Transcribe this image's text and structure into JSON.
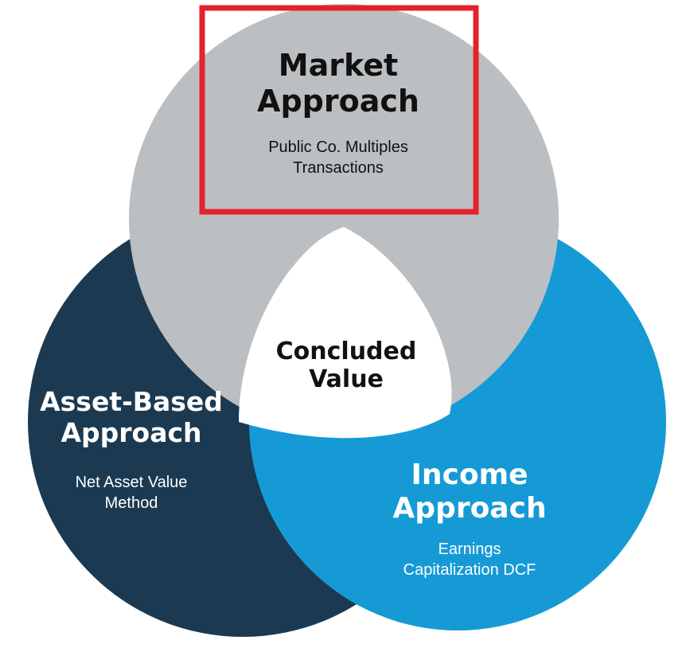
{
  "diagram": {
    "market": {
      "title_line1": "Market",
      "title_line2": "Approach",
      "sub_line1": "Public Co. Multiples",
      "sub_line2": "Transactions",
      "color": "#bcbfc1"
    },
    "asset": {
      "title_line1": "Asset-Based",
      "title_line2": "Approach",
      "sub_line1": "Net Asset Value",
      "sub_line2": "Method",
      "color": "#1b3a52"
    },
    "income": {
      "title_line1": "Income",
      "title_line2": "Approach",
      "sub_line1": "Earnings",
      "sub_line2": "Capitalization DCF",
      "color": "#169ad6"
    },
    "center": {
      "title_line1": "Concluded",
      "title_line2": "Value"
    },
    "highlight_color": "#e3232c"
  }
}
